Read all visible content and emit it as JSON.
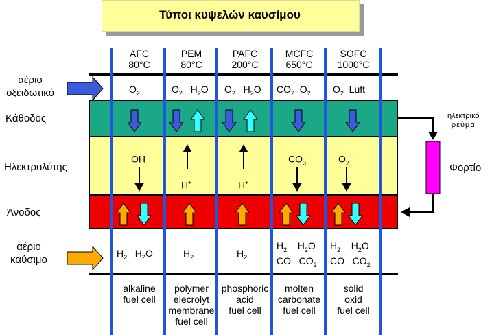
{
  "title": "Τύποι κυψελών καυσίμου",
  "columns": [
    {
      "name": "AFC",
      "temp": "80°C",
      "oxidant_html": "O<sub>2</sub>",
      "middle_top_html": "OH<sup>-</sup>",
      "middle_bottom_html": "",
      "fuel_html": "H<sub>2</sub>&nbsp;&nbsp;&nbsp;H<sub>2</sub>O",
      "desc_lines": [
        "alkaline",
        "fuel cell"
      ]
    },
    {
      "name": "PEM",
      "temp": "80°C",
      "oxidant_html": "O<sub>2</sub>&nbsp;&nbsp;&nbsp;H<sub>2</sub>O",
      "middle_top_html": "",
      "middle_bottom_html": "H<sup>+</sup>",
      "fuel_html": "H<sub>2</sub>",
      "desc_lines": [
        "polymer",
        "elecrolyt",
        "membrane",
        "fuel cell"
      ]
    },
    {
      "name": "PAFC",
      "temp": "200°C",
      "oxidant_html": "O<sub>2</sub>&nbsp;&nbsp;&nbsp;H<sub>2</sub>O",
      "middle_top_html": "",
      "middle_bottom_html": "H<sup>+</sup>",
      "fuel_html": "H<sub>2</sub>",
      "desc_lines": [
        "phosphoric",
        "acid",
        "fuel cell"
      ]
    },
    {
      "name": "MCFC",
      "temp": "650°C",
      "oxidant_html": "CO<sub>2</sub>&nbsp;&nbsp;O<sub>2</sub>",
      "middle_top_html": "CO<sub>3</sub><sup>--</sup>",
      "middle_bottom_html": "",
      "fuel_html": "H<sub>2</sub>&nbsp;&nbsp;&nbsp;&nbsp;H<sub>2</sub>O<br>CO&nbsp;&nbsp;&nbsp;CO<sub>2</sub>",
      "desc_lines": [
        "molten",
        "carbonate",
        "fuel cell"
      ]
    },
    {
      "name": "SOFC",
      "temp": "1000°C",
      "oxidant_html": "O<sub>2</sub>&nbsp;&nbsp;Luft",
      "middle_top_html": "O<sub>2</sub><sup>--</sup>",
      "middle_bottom_html": "",
      "fuel_html": "H<sub>2</sub>&nbsp;&nbsp;&nbsp;&nbsp;H<sub>2</sub>O<br>CO&nbsp;&nbsp;&nbsp;CO<sub>2</sub>",
      "desc_lines": [
        "solid",
        "oxid",
        "fuel cell"
      ]
    }
  ],
  "row_labels": {
    "oxidant_gas": [
      "αέριο",
      "οξειδωτικό"
    ],
    "cathode": "Κάθοδος",
    "electrolyte": "Ηλεκτρολύτης",
    "anode": "Άνοδος",
    "fuel_gas": [
      "αέριο",
      "καύσιμο"
    ]
  },
  "current_label": [
    "ηλεκτρικό",
    "ρεύμα"
  ],
  "load_label": "Φορτίο",
  "colors": {
    "cathode": "#1aa886",
    "electrolyte": "#ffff99",
    "anode": "#ee0000",
    "column_line": "#2255dd",
    "load": "#ff00ff",
    "arrow_blue": "#3b5bdb",
    "arrow_cyan": "#33ffff",
    "arrow_orange": "#ffaa00"
  }
}
